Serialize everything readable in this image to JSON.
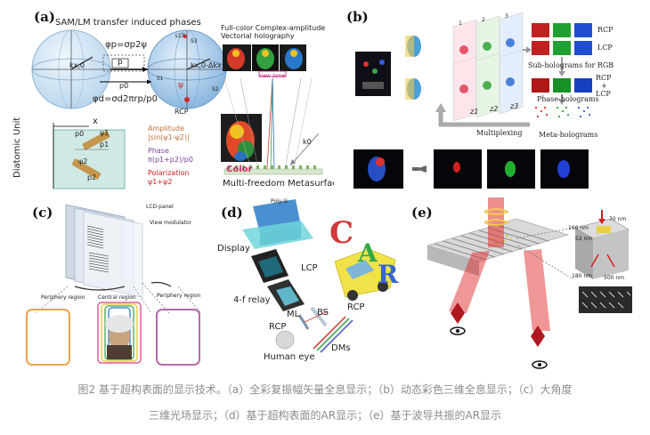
{
  "figure": {
    "panel_a": {
      "tag": "(a)",
      "header": "SAM/LM transfer induced phases",
      "eq_phi_p": "φp=σp2ψ",
      "eq_phi_d": "φd=σd2πrp/p0",
      "box_p": "p",
      "p0_mid": "p0",
      "kx0": "kx,0",
      "kx0_dx": "kx,0-Δkx",
      "s1": "S1",
      "s2": "S2",
      "s3": "S3",
      "lcp": "LCP",
      "rcp": "RCP",
      "psi": "ψ",
      "holo_title_1": "Full-color Complex-amplitude",
      "holo_title_2": "Vectorial holography",
      "view_zone": "view zone",
      "diatomic_unit": "Diatomic Unit",
      "axis_x": "x",
      "p0": "p0",
      "p1": "p1",
      "p2": "p2",
      "psi1": "ψ1",
      "psi2": "ψ2",
      "amp_title": "Amplitude",
      "amp_formula": "|sin(ψ1-ψ2)|",
      "phase_title": "Phase",
      "phase_formula": "π(p1+p2)/p0",
      "pol_title": "Polarization",
      "pol_formula": "ψ1+ψ2",
      "color_word": "Color",
      "k0": "k0",
      "meta_label": "Multi-freedom Metasurface"
    },
    "panel_b": {
      "tag": "(b)",
      "sub_holo": "Sub-holograms for RGB",
      "phase_holo": "Phase-holograms",
      "meta_holo": "Meta-holograms",
      "multiplexing": "Multiplexing",
      "rcp": "RCP",
      "lcp": "LCP",
      "rcp2": "RCP",
      "plus": "+",
      "lcp2": "LCP",
      "z1": "z1",
      "z2": "z2",
      "z3": "z3",
      "n1": "1",
      "n2": "2",
      "n3": "3"
    },
    "panel_c": {
      "tag": "(c)",
      "lcd": "LCD panel",
      "view_mod": "View modulator",
      "periph_left": "Periphery region",
      "central": "Central region",
      "periph_right": "Periphery region"
    },
    "panel_d": {
      "tag": "(d)",
      "display": "Display",
      "lcp": "LCP",
      "relay": "4-f relay",
      "ml": "ML",
      "bs": "BS",
      "rcp_right": "RCP",
      "rcp_left": "RCP",
      "human_eye": "Human eye",
      "dms": "DMs",
      "letters": [
        "C",
        "A",
        "R"
      ],
      "polysi": "Poly-Si"
    },
    "panel_e": {
      "tag": "(e)",
      "dim_70": "70 nm",
      "dim_160": "160 nm",
      "dim_52": "52 nm",
      "dim_180": "180 nm",
      "dim_500": "500 nm"
    },
    "caption": {
      "line1": "图2 基于超构表面的显示技术。（a）全彩复振幅矢量全息显示；（b）动态彩色三维全息显示；（c）大角度",
      "line2": "三维光场显示；（d）基于超构表面的AR显示；（e）基于波导共振的AR显示"
    }
  },
  "colors": {
    "caption": "#8c8c8c",
    "amplitude": "#c0703a",
    "phase": "#7a3f9a",
    "polarization": "#cc2222"
  }
}
